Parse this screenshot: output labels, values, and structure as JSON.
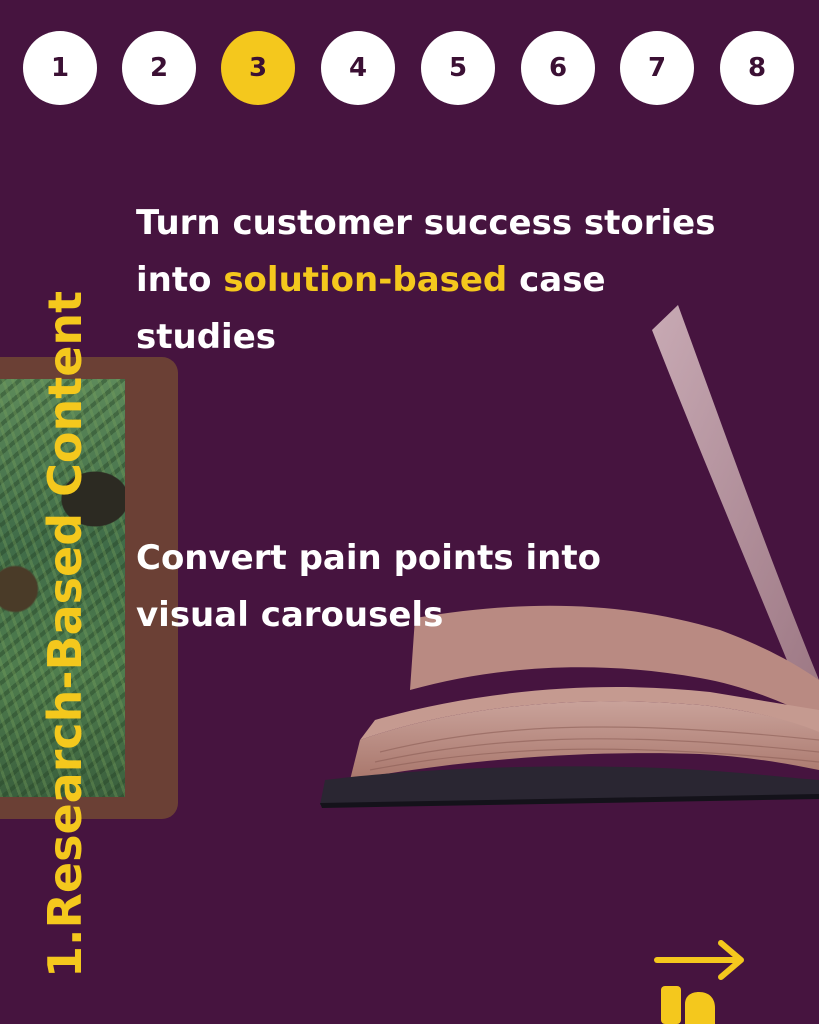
{
  "stepper": {
    "steps": [
      {
        "label": "1",
        "active": false
      },
      {
        "label": "2",
        "active": false
      },
      {
        "label": "3",
        "active": true
      },
      {
        "label": "4",
        "active": false
      },
      {
        "label": "5",
        "active": false
      },
      {
        "label": "6",
        "active": false
      },
      {
        "label": "7",
        "active": false
      },
      {
        "label": "8",
        "active": false
      }
    ]
  },
  "section_title": "1.Research-Based Content",
  "points": [
    {
      "pre": "Turn customer success stories into ",
      "highlight": "solution-based",
      "post": " case studies"
    },
    {
      "pre": "Convert pain points into visual carousels",
      "highlight": "",
      "post": ""
    }
  ],
  "icons": {
    "next": "arrow-right-icon",
    "brand": "brand-logo-icon",
    "image": "open-book-image"
  },
  "colors": {
    "background": "#46143f",
    "accent": "#f4c81d",
    "text": "#ffffff"
  }
}
